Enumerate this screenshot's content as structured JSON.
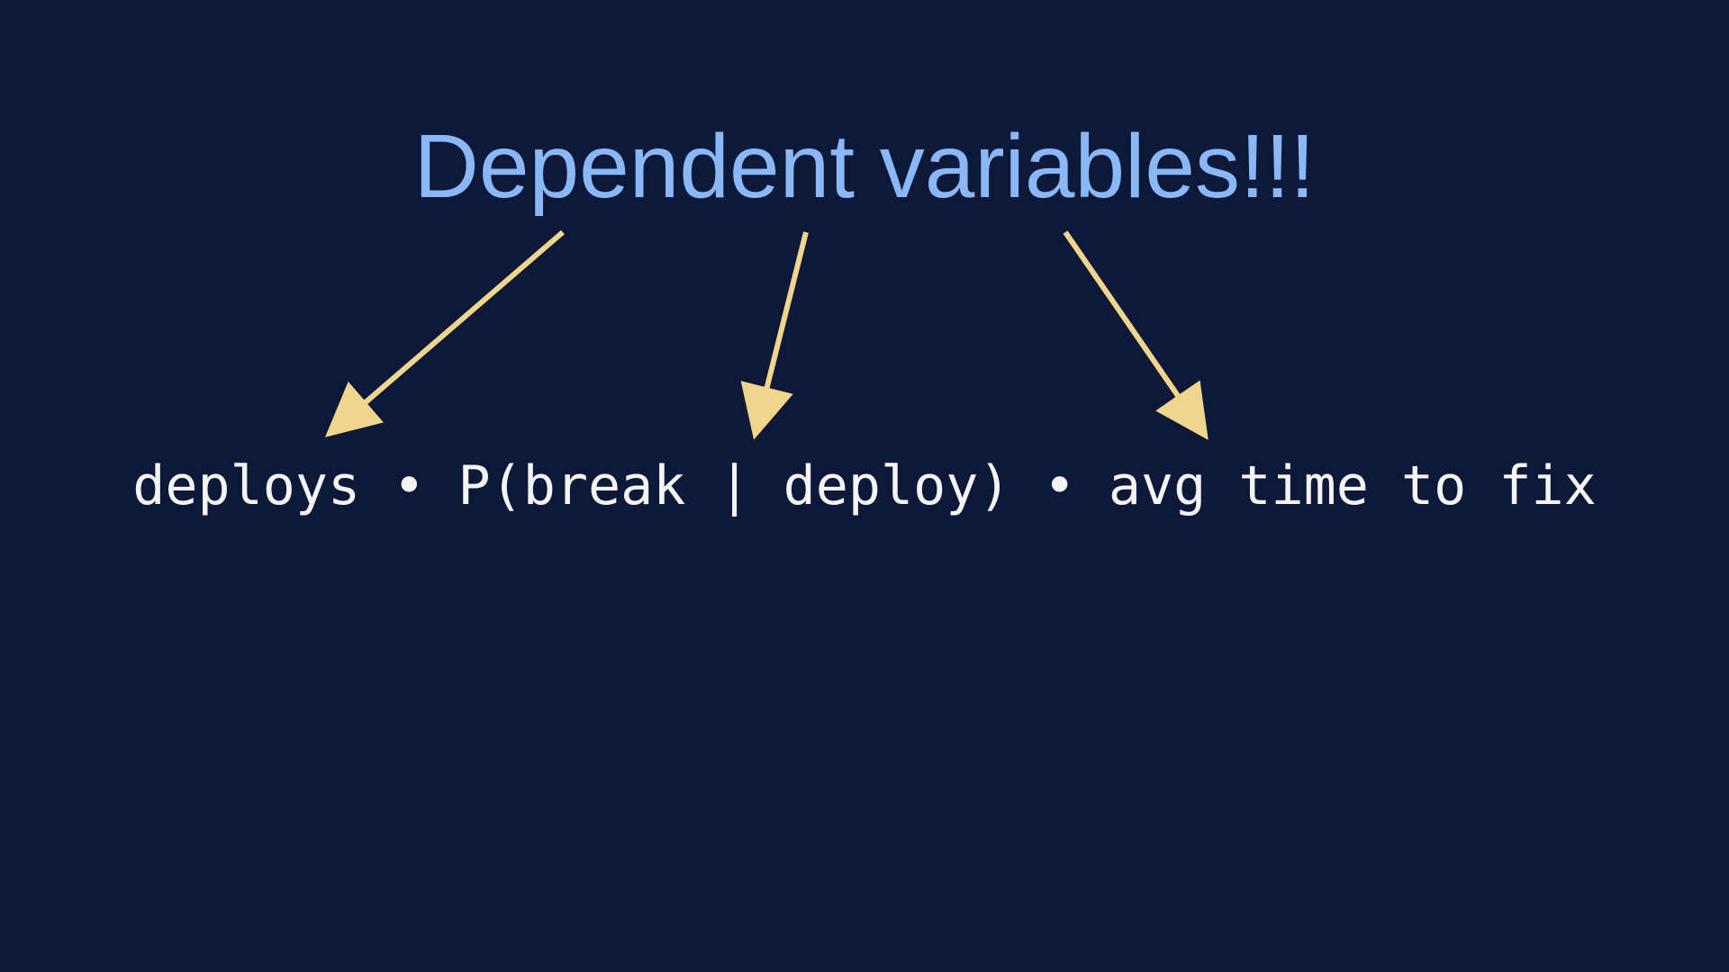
{
  "slide": {
    "title": "Dependent variables!!!",
    "terms": [
      "deploys",
      "P(break | deploy)",
      "avg time to fix"
    ],
    "separator": "•"
  },
  "colors": {
    "background": "#0e1838",
    "title": "#8ab7f6",
    "arrow": "#f0d58c",
    "text": "#f4f4f4"
  }
}
